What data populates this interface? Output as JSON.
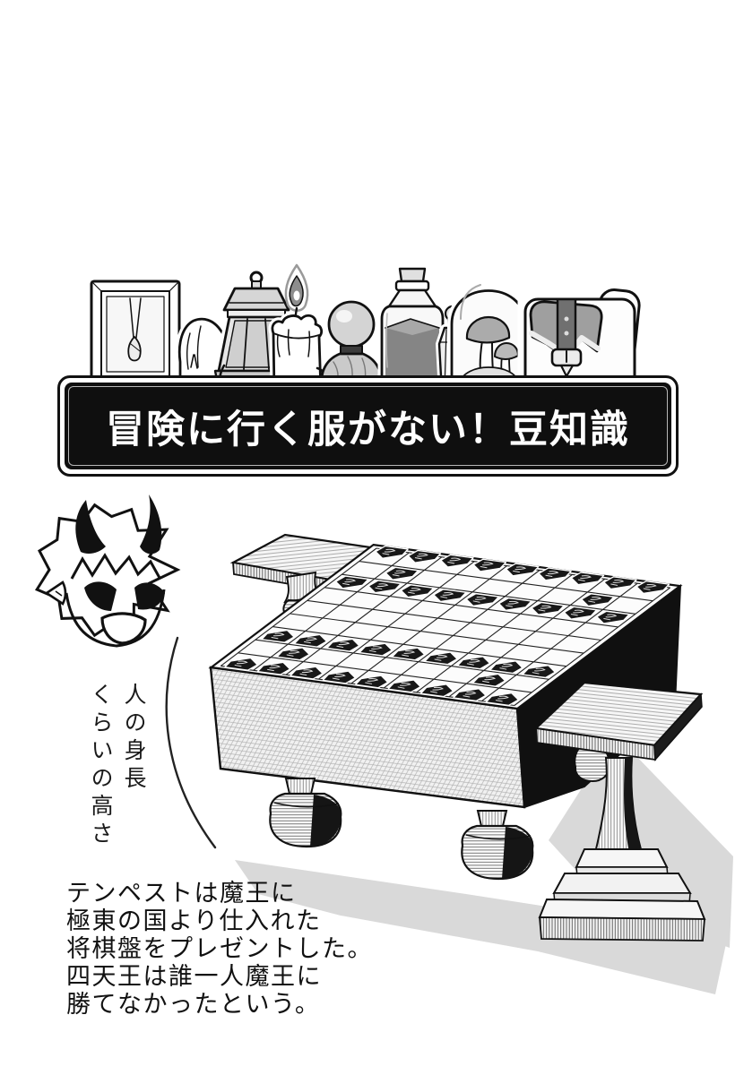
{
  "banner": {
    "title": "冒険に行く服がない！豆知識",
    "bg": "#0f0f0f",
    "text_color": "#ffffff"
  },
  "shelf_items": [
    "framed-pendant-icon",
    "cloth-pouch-icon",
    "lantern-icon",
    "candle-icon",
    "round-potion-bottle-icon",
    "corked-jar-icon",
    "small-potion-vial-icon",
    "bell-jar-mushrooms-icon",
    "backpack-icon"
  ],
  "caption": {
    "col1": "人の身長",
    "col2": "くらいの高さ"
  },
  "trivia": {
    "lines": [
      "テンペストは魔王に",
      "極東の国より仕入れた",
      "将棋盤をプレゼントした。",
      "四天王は誰一人魔王に",
      "勝てなかったという。"
    ]
  },
  "colors": {
    "paper": "#ffffff",
    "ink": "#1a1a1a",
    "floor_shadow": "#d9d9d9",
    "piece": "#181818"
  }
}
